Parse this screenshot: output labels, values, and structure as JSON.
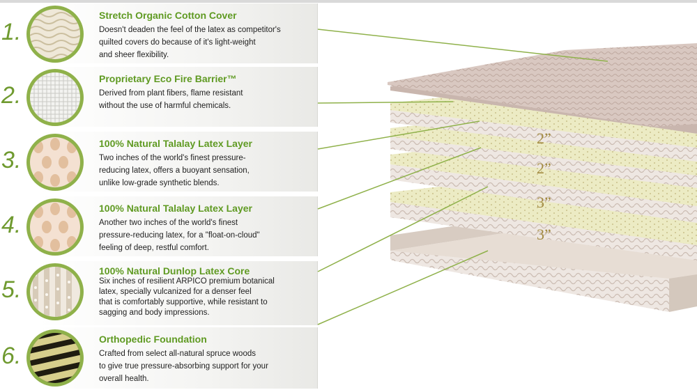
{
  "layers": [
    {
      "number": "1.",
      "title": "Stretch Organic Cotton Cover",
      "lines": [
        "Doesn't deaden the feel of the latex as competitor's",
        "quilted covers do because of it's light-weight",
        "and sheer flexibility."
      ],
      "icon": "cotton-knit-icon"
    },
    {
      "number": "2.",
      "title": "Proprietary Eco Fire Barrier™",
      "lines": [
        "Derived from plant fibers, flame resistant",
        "without the use of harmful chemicals."
      ],
      "icon": "fire-barrier-weave-icon"
    },
    {
      "number": "3.",
      "title": "100% Natural Talalay Latex Layer",
      "lines": [
        "Two inches of the world's finest pressure-",
        "reducing latex, offers a buoyant sensation,",
        "unlike low-grade synthetic blends."
      ],
      "icon": "talalay-latex-icon"
    },
    {
      "number": "4.",
      "title": "100% Natural Talalay Latex Layer",
      "lines": [
        "Another two inches of the world's finest",
        "pressure-reducing latex, for a \"float-on-cloud\"",
        "feeling of deep, restful comfort."
      ],
      "icon": "talalay-latex-icon"
    },
    {
      "number": "5.",
      "title": "100% Natural Dunlop Latex Core",
      "lines": [
        "Six inches of resilient ARPICO premium botanical",
        "latex, specially vulcanized for a denser feel",
        "that is comfortably supportive, while resistant to",
        "sagging and body impressions."
      ],
      "icon": "dunlop-latex-core-icon"
    },
    {
      "number": "6.",
      "title": "Orthopedic Foundation",
      "lines": [
        "Crafted from select all-natural spruce woods",
        "to give true pressure-absorbing support for your",
        "overall health."
      ],
      "icon": "wood-slats-icon"
    }
  ],
  "thickness_labels": [
    "2”",
    "2”",
    "3”",
    "3”"
  ],
  "colors": {
    "accent_green": "#6f9a2f",
    "title_green": "#5f9a22",
    "latex": "#ece9c4",
    "cover": "#d8c7c1",
    "foundation": "#e6dcd3"
  }
}
